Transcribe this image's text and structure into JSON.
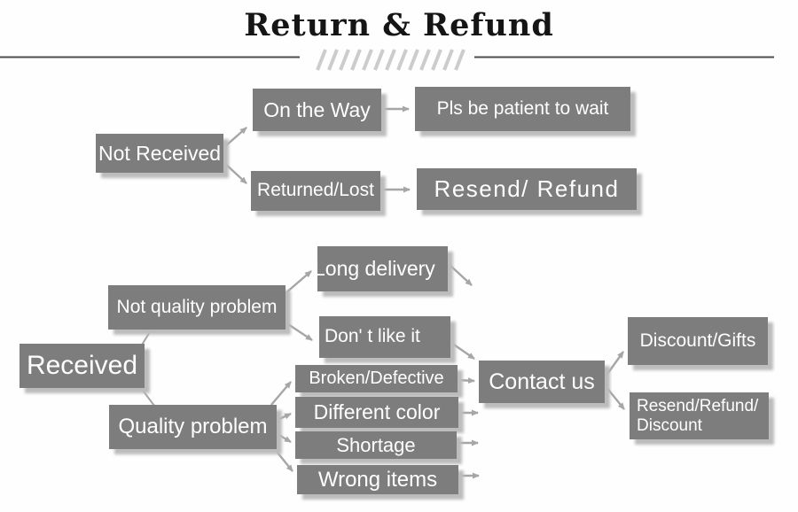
{
  "title": "Return & Refund",
  "colors": {
    "box_fill": "#7d7d7d",
    "box_text": "#ffffff",
    "box_shadow": "#bcbcbc",
    "arrow": "#a6a6a6",
    "divider_line": "#4c4c4c",
    "hatch": "#cccccc",
    "title_text": "#151515"
  },
  "nodes": {
    "not_received": "Not Received",
    "on_the_way": "On the Way",
    "pls_wait": "Pls be patient to wait",
    "returned_lost": "Returned/Lost",
    "resend_refund": "Resend/ Refund",
    "received": "Received",
    "not_quality_problem": "Not quality problem",
    "long_delivery": "Long delivery",
    "dont_like_it": "Don' t like it",
    "quality_problem": "Quality problem",
    "broken_defective": "Broken/Defective",
    "different_color": "Different color",
    "shortage": "Shortage",
    "wrong_items": "Wrong items",
    "contact_us": "Contact us",
    "discount_gifts": "Discount/Gifts",
    "resend_refund_discount": "Resend/Refund/\nDiscount"
  },
  "edges": [
    {
      "from": "not_received",
      "to": "on_the_way"
    },
    {
      "from": "not_received",
      "to": "returned_lost"
    },
    {
      "from": "on_the_way",
      "to": "pls_wait"
    },
    {
      "from": "returned_lost",
      "to": "resend_refund"
    },
    {
      "from": "received",
      "to": "not_quality_problem"
    },
    {
      "from": "received",
      "to": "quality_problem"
    },
    {
      "from": "not_quality_problem",
      "to": "long_delivery"
    },
    {
      "from": "not_quality_problem",
      "to": "dont_like_it"
    },
    {
      "from": "long_delivery",
      "to": "contact_us"
    },
    {
      "from": "dont_like_it",
      "to": "contact_us"
    },
    {
      "from": "quality_problem",
      "to": "broken_defective"
    },
    {
      "from": "quality_problem",
      "to": "different_color"
    },
    {
      "from": "quality_problem",
      "to": "shortage"
    },
    {
      "from": "quality_problem",
      "to": "wrong_items"
    },
    {
      "from": "broken_defective",
      "to": "contact_us"
    },
    {
      "from": "different_color",
      "to": "contact_us"
    },
    {
      "from": "shortage",
      "to": "contact_us"
    },
    {
      "from": "wrong_items",
      "to": "contact_us"
    },
    {
      "from": "contact_us",
      "to": "discount_gifts"
    },
    {
      "from": "contact_us",
      "to": "resend_refund_discount"
    }
  ]
}
